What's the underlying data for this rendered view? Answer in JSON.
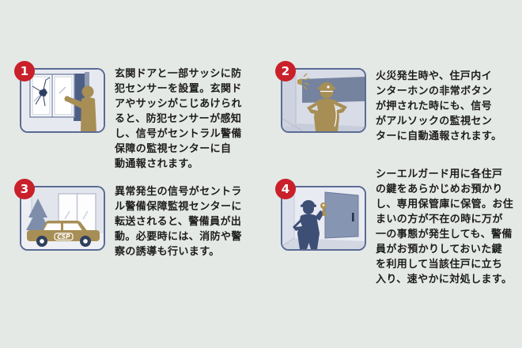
{
  "page": {
    "background_color": "#e5e9e6",
    "badge_color": "#c9202a",
    "tan_color": "#a78e55",
    "navy_color": "#3e4f76",
    "box_border_color": "#5a6b94"
  },
  "panels": [
    {
      "number": "1",
      "illustration": "burglar-breaking-window",
      "text": "玄関ドアと一部サッシに防\n犯センサーを設置。玄関ド\nアやサッシがこじあけられ\nると、防犯センサーが感知\nし、信号がセントラル警備\n保障の監視センターに自\n動通報されます。"
    },
    {
      "number": "2",
      "illustration": "guard-and-alarm-light",
      "text": "火災発生時や、住戸内イ\nンターホンの非常ボタン\nが押された時にも、信号\nがアルソックの監視セン\nターに自動通報されます。"
    },
    {
      "number": "3",
      "illustration": "csp-patrol-car",
      "car_label": "CSP",
      "text": "異常発生の信号がセントラ\nル警備保障監視センターに\n転送されると、警備員が出\n動。必要時には、消防や警\n察の誘導も行います。"
    },
    {
      "number": "4",
      "illustration": "guard-with-key-at-door",
      "text": "シーエルガード用に各住戸\nの鍵をあらかじめお預かり\nし、専用保管庫に保管。お住\nまいの方が不在の時に万が\n一の事態が発生しても、警備\n員がお預かりしておいた鍵\nを利用して当該住戸に立ち\n入り、速やかに対処します。"
    }
  ]
}
